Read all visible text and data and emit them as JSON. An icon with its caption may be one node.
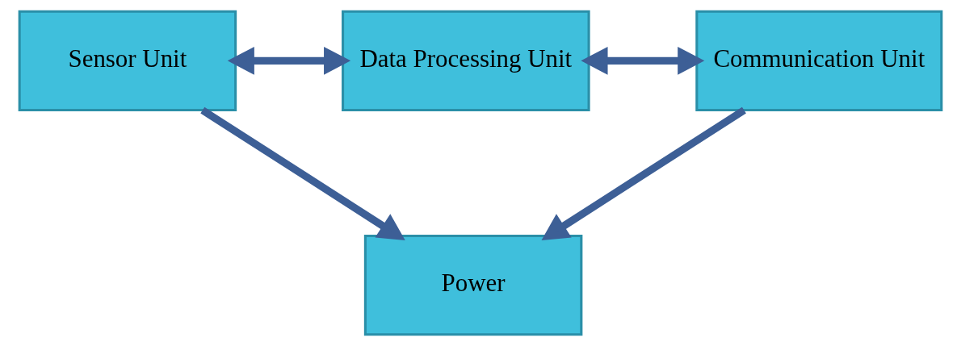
{
  "diagram": {
    "nodes": [
      {
        "text": [
          "Sensor Unit"
        ]
      },
      {
        "text": [
          "Data Processing Unit"
        ]
      },
      {
        "text": [
          "Communication Unit"
        ]
      },
      {
        "text": [
          "Power"
        ]
      }
    ],
    "edges": [
      {
        "from": 0,
        "to": 1,
        "arrow": "both"
      },
      {
        "from": 1,
        "to": 2,
        "arrow": "both"
      },
      {
        "from": 0,
        "to": 3,
        "arrow": "to"
      },
      {
        "from": 2,
        "to": 3,
        "arrow": "to"
      }
    ]
  }
}
